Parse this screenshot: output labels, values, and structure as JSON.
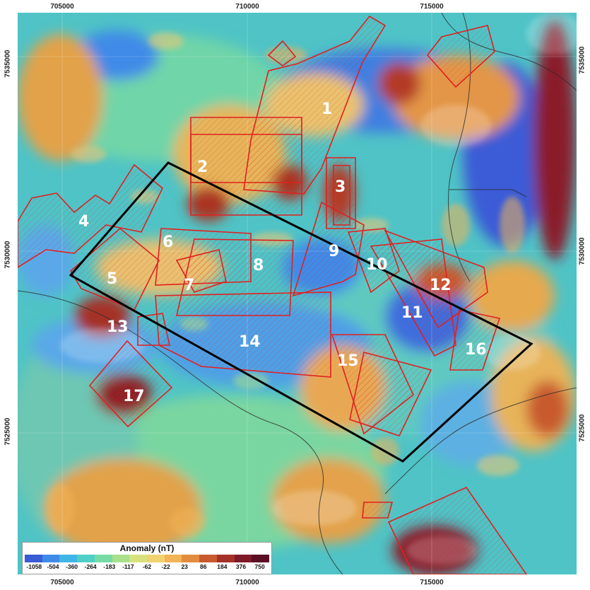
{
  "coords": {
    "x": [
      "705000",
      "710000",
      "715000"
    ],
    "y": [
      "7535000",
      "7530000",
      "7525000"
    ]
  },
  "legend": {
    "title": "Anomaly (nT)",
    "ticks": [
      "-1058",
      "-504",
      "-360",
      "-264",
      "-183",
      "-117",
      "-62",
      "-22",
      "23",
      "86",
      "184",
      "376",
      "750"
    ],
    "colors": [
      "#3a5bd6",
      "#3f8ae8",
      "#3fb7e6",
      "#4fd0c6",
      "#76dba4",
      "#a9e08b",
      "#d8e27d",
      "#f0d270",
      "#f2b456",
      "#e38c3e",
      "#c85a2e",
      "#a53226",
      "#7e1a2a",
      "#5c0e23"
    ]
  },
  "areas": [
    "1",
    "2",
    "3",
    "4",
    "5",
    "6",
    "7",
    "8",
    "9",
    "10",
    "11",
    "12",
    "13",
    "14",
    "15",
    "16",
    "17"
  ],
  "colors": {
    "outline": "#e02020",
    "boundary": "#000000",
    "label": "#ffffff"
  }
}
